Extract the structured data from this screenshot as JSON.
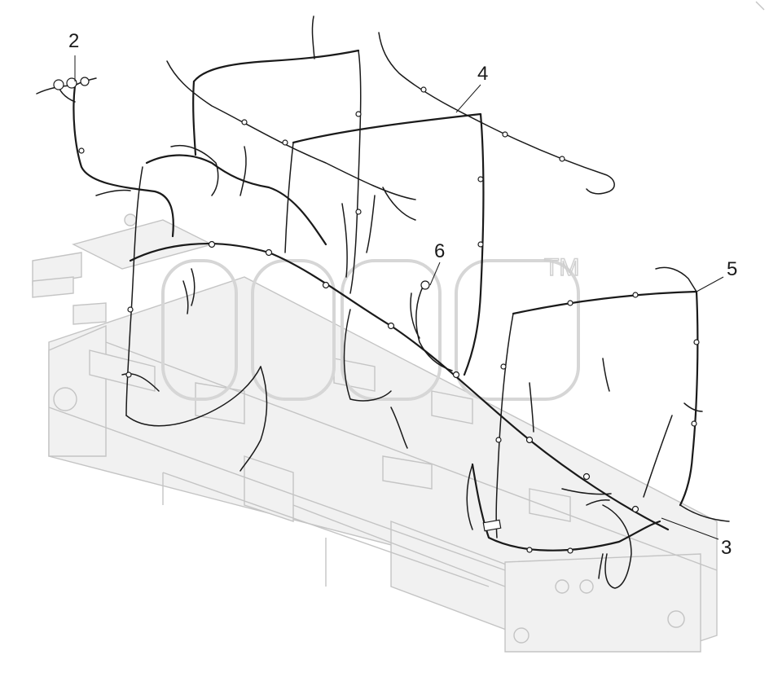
{
  "callouts": [
    {
      "id": "2",
      "label": "2"
    },
    {
      "id": "4",
      "label": "4"
    },
    {
      "id": "6",
      "label": "6"
    },
    {
      "id": "5",
      "label": "5"
    },
    {
      "id": "3",
      "label": "3"
    }
  ],
  "watermark": {
    "trademark": "TM"
  },
  "colors": {
    "line": "#1a1a1a",
    "frame": "#c4c4c4",
    "frame_fill": "#f1f1f1",
    "background": "#ffffff"
  }
}
